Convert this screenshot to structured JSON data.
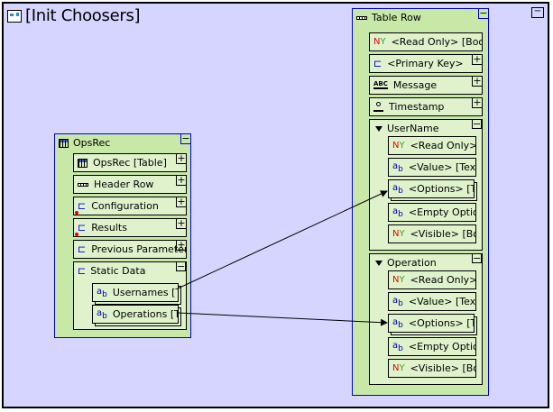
{
  "canvas": {
    "title": "[Init Choosers]",
    "collapse_symbol": "−"
  },
  "opsrec": {
    "title": "OpsRec",
    "collapse_symbol": "−",
    "items": [
      {
        "label": "OpsRec [Table]",
        "icon": "table-icon",
        "symbol": "+"
      },
      {
        "label": "Header Row",
        "icon": "row-icon",
        "symbol": "+"
      },
      {
        "label": "Configuration",
        "icon": "relation-broken-icon",
        "symbol": "+"
      },
      {
        "label": "Results",
        "icon": "relation-broken-icon",
        "symbol": "+"
      },
      {
        "label": "Previous Parameters",
        "icon": "relation-icon",
        "symbol": "+"
      }
    ],
    "static_data": {
      "title": "Static Data",
      "symbol": "−",
      "items": [
        {
          "label": "Usernames [Text]",
          "icon": "text-field-icon"
        },
        {
          "label": "Operations [Text]",
          "icon": "text-field-icon"
        }
      ]
    }
  },
  "table_row": {
    "title": "Table Row",
    "collapse_symbol": "−",
    "items": [
      {
        "label": "<Read Only> [Boolean]",
        "icon": "boolean-icon"
      },
      {
        "label": "<Primary Key>",
        "icon": "relation-icon",
        "symbol": "+"
      },
      {
        "label": "Message",
        "icon": "abc-icon",
        "symbol": "+"
      },
      {
        "label": "Timestamp",
        "icon": "timestamp-icon",
        "symbol": "+"
      }
    ],
    "groups": [
      {
        "title": "UserName",
        "symbol": "−",
        "items": [
          {
            "label": "<Read Only> [Boolean]",
            "icon": "boolean-icon"
          },
          {
            "label": "<Value> [Text]",
            "icon": "text-field-icon"
          },
          {
            "label": "<Options> [Text]",
            "icon": "text-field-icon"
          },
          {
            "label": "<Empty Option Text>",
            "icon": "text-field-icon"
          },
          {
            "label": "<Visible> [Boolean]",
            "icon": "boolean-icon"
          }
        ]
      },
      {
        "title": "Operation",
        "symbol": "−",
        "items": [
          {
            "label": "<Read Only> [Boolean]",
            "icon": "boolean-icon"
          },
          {
            "label": "<Value> [Text]",
            "icon": "text-field-icon"
          },
          {
            "label": "<Options> [Text]",
            "icon": "text-field-icon"
          },
          {
            "label": "<Empty Option Text>",
            "icon": "text-field-icon"
          },
          {
            "label": "<Visible> [Boolean]",
            "icon": "boolean-icon"
          }
        ]
      }
    ]
  },
  "icons": {
    "boolean_n": "N",
    "boolean_y": "Y",
    "text_a": "a",
    "text_b": "b",
    "relation": "⊏",
    "abc": "ABC"
  },
  "connections": [
    {
      "from": "Static Data / Usernames [Text]",
      "to": "UserName / <Options> [Text]"
    },
    {
      "from": "Static Data / Operations [Text]",
      "to": "Operation / <Options> [Text]"
    }
  ]
}
